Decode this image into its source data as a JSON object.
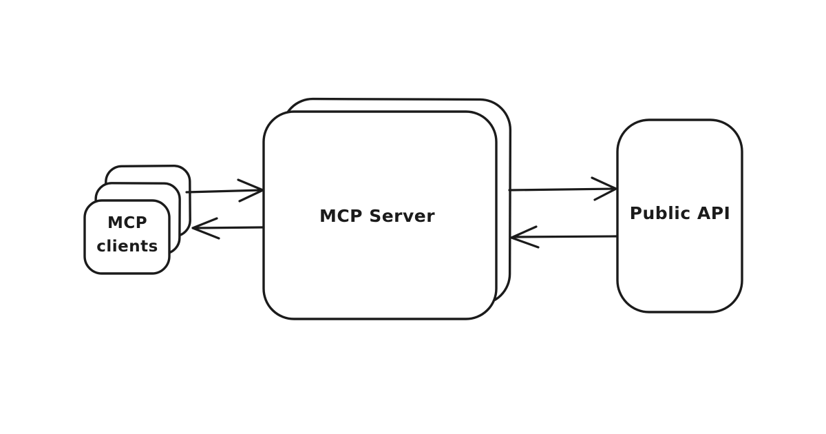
{
  "diagram": {
    "title": "MCP architecture diagram",
    "background_color": "#ffffff",
    "stroke_color": "#1b1b1b",
    "text_color": "#1b1b1b",
    "style": "hand-drawn sketch",
    "nodes": {
      "mcp_clients": {
        "label": "MCP clients",
        "label_line1": "MCP",
        "label_line2": "clients",
        "shape": "stacked rounded rectangles (3 cards)"
      },
      "mcp_server": {
        "label": "MCP Server",
        "shape": "stacked rounded rectangles (2 boxes)"
      },
      "public_api": {
        "label": "Public API",
        "shape": "rounded rectangle"
      }
    },
    "edges": [
      {
        "from": "mcp_clients",
        "to": "mcp_server",
        "direction": "right"
      },
      {
        "from": "mcp_server",
        "to": "mcp_clients",
        "direction": "left"
      },
      {
        "from": "mcp_server",
        "to": "public_api",
        "direction": "right"
      },
      {
        "from": "public_api",
        "to": "mcp_server",
        "direction": "left"
      }
    ]
  }
}
